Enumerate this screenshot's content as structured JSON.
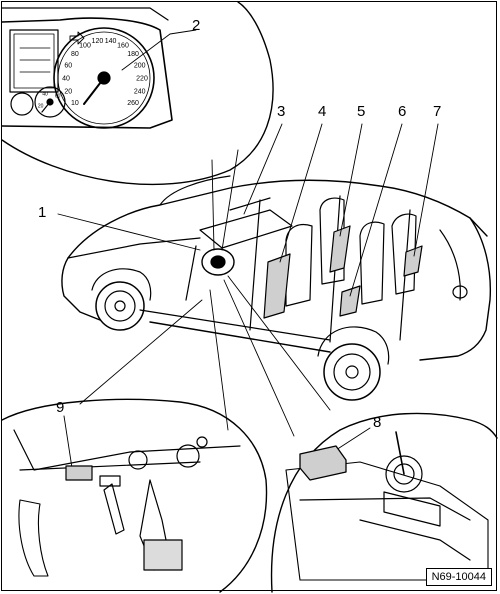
{
  "figure": {
    "id": "N69-10044",
    "callouts": [
      "1",
      "2",
      "3",
      "4",
      "5",
      "6",
      "7",
      "8",
      "9"
    ]
  },
  "speedometer": {
    "scale": [
      "10",
      "20",
      "40",
      "60",
      "80",
      "100",
      "120",
      "140",
      "160",
      "180",
      "200",
      "220",
      "240",
      "260"
    ],
    "small_gauge_scale": [
      "20",
      "40",
      "60"
    ]
  }
}
